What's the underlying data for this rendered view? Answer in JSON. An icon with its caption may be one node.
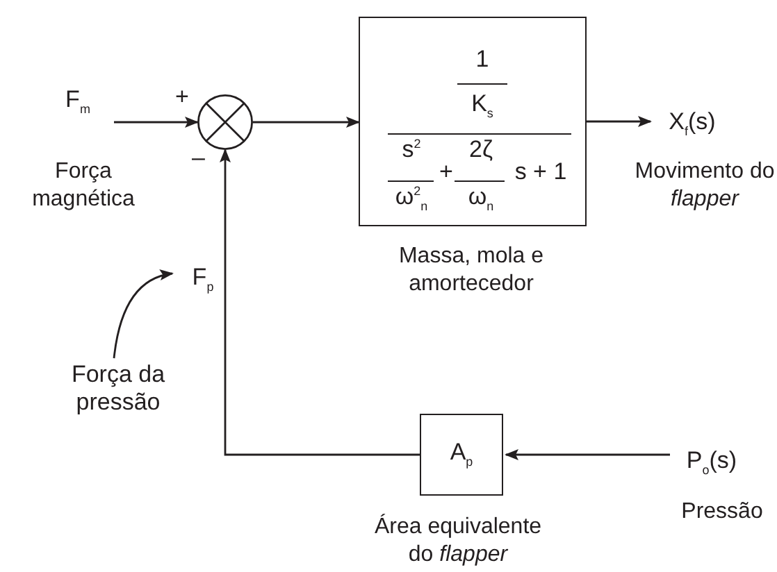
{
  "diagram": {
    "nodes": [
      {
        "text": [],
        "shape": "circle"
      },
      {
        "text": [
          "1",
          "K$_{s}$",
          "s$^{2}$",
          "ω$^{2}$$_{n}$",
          "+",
          "2ζ",
          "ω$_{n}$",
          "s + 1"
        ],
        "beside": [
          "Massa, mola e amortecedor"
        ]
      },
      {
        "text": [
          "A$_{p}$"
        ],
        "beside": [
          "Área equivalente do *flapper*"
        ]
      },
      {
        "text": [
          "F$_{m}$"
        ],
        "beside": [
          "Força magnética"
        ]
      },
      {
        "text": [
          "X$_{f}$(s)"
        ],
        "beside": [
          "Movimento do *flapper*"
        ]
      },
      {
        "text": [
          "P$_{o}$(s)"
        ],
        "beside": [
          "Pressão"
        ]
      },
      {
        "text": [
          "F$_{p}$"
        ]
      },
      {
        "text": [
          "Força da pressão"
        ]
      }
    ],
    "edges": [
      {
        "from": 3,
        "to": 0,
        "arrow": "to"
      },
      {
        "from": 0,
        "to": 1,
        "arrow": "to"
      },
      {
        "from": 1,
        "to": 4,
        "arrow": "to"
      },
      {
        "from": 5,
        "to": 2,
        "arrow": "to"
      },
      {
        "from": 2,
        "to": 0,
        "arrow": "to"
      },
      {
        "from": 7,
        "to": 6,
        "arrow": "to"
      }
    ],
    "labels": [
      "+",
      "–"
    ]
  }
}
